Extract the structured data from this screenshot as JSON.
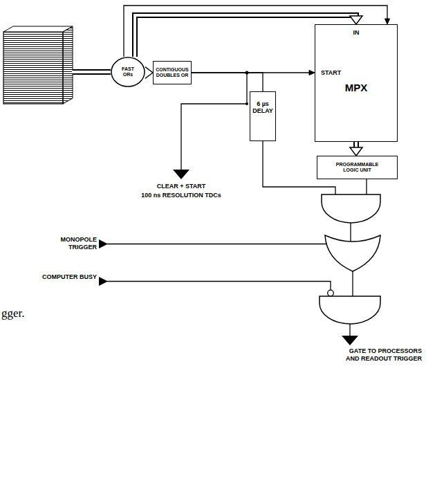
{
  "diagram": {
    "nodes": [
      {
        "text": [
          "FAST ORs"
        ]
      },
      {
        "text": [
          "CONTIGUOUS DOUBLES OR"
        ]
      },
      {
        "text": [
          "IN",
          "START",
          "MPX"
        ]
      },
      {
        "text": [
          "6 µs DELAY"
        ]
      },
      {
        "text": [
          "PROGRAMMABLE LOGIC UNIT"
        ]
      }
    ],
    "edges": [
      {
        "from": 0,
        "to": 1,
        "arrow": "to"
      },
      {
        "from": 0,
        "to": 2,
        "arrow": "to"
      },
      {
        "from": 0,
        "to": 2,
        "arrow": "to"
      },
      {
        "from": 1,
        "to": 2,
        "arrow": "to"
      },
      {
        "from": 1,
        "to": 3,
        "arrow": "none"
      },
      {
        "from": 2,
        "to": 4,
        "arrow": "to"
      }
    ],
    "labels": [
      "CLEAR + START",
      "100 ns RESOLUTION TDCs",
      "MONOPOLE TRIGGER",
      "COMPUTER BUSY",
      "GATE TO PROCESSORS AND READOUT TRIGGER",
      "gger."
    ]
  }
}
